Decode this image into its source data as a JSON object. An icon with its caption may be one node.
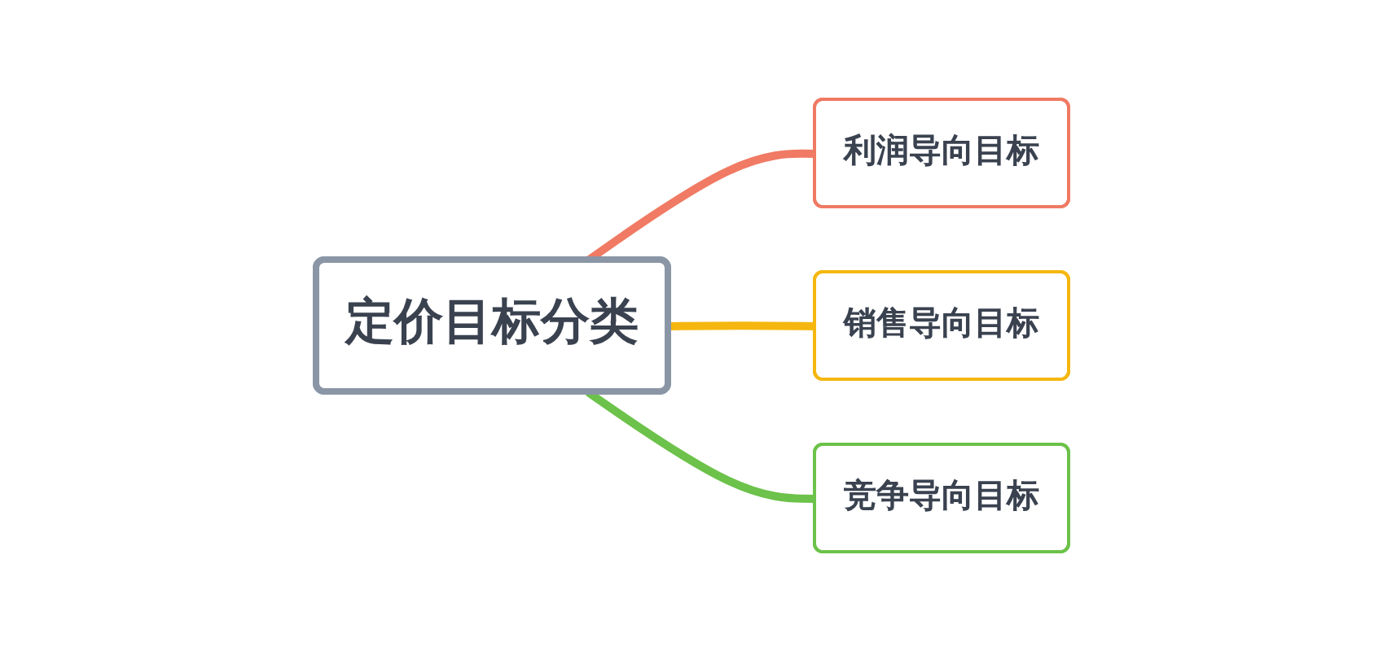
{
  "diagram": {
    "nodes": [
      {
        "text": [
          "定价目标分类"
        ]
      },
      {
        "text": [
          "利润导向目标"
        ]
      },
      {
        "text": [
          "销售导向目标"
        ]
      },
      {
        "text": [
          "竞争导向目标"
        ]
      }
    ],
    "edges": [
      {
        "from": 0,
        "to": 1,
        "arrow": "none",
        "color": "#f07a63"
      },
      {
        "from": 0,
        "to": 2,
        "arrow": "none",
        "color": "#f5b70f"
      },
      {
        "from": 0,
        "to": 3,
        "arrow": "none",
        "color": "#6cc24a"
      }
    ]
  }
}
